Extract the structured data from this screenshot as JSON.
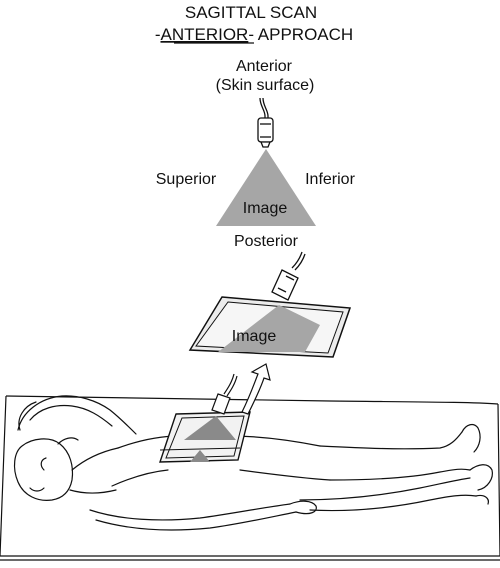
{
  "title": {
    "line1": "SAGITTAL SCAN",
    "line2_prefix": "-",
    "line2_emphasis": "ANTERIOR",
    "line2_suffix": "- APPROACH"
  },
  "labels": {
    "anterior": "Anterior",
    "skin_surface": "(Skin surface)",
    "superior": "Superior",
    "inferior": "Inferior",
    "posterior": "Posterior",
    "image_top": "Image",
    "image_plane": "Image"
  },
  "colors": {
    "image_fill": "#a6a6a6",
    "plane_fill": "#e6e6e6",
    "line": "#111111"
  },
  "icons": [
    "ultrasound-transducer-icon",
    "rotation-arrow-icon",
    "patient-supine-figure"
  ]
}
